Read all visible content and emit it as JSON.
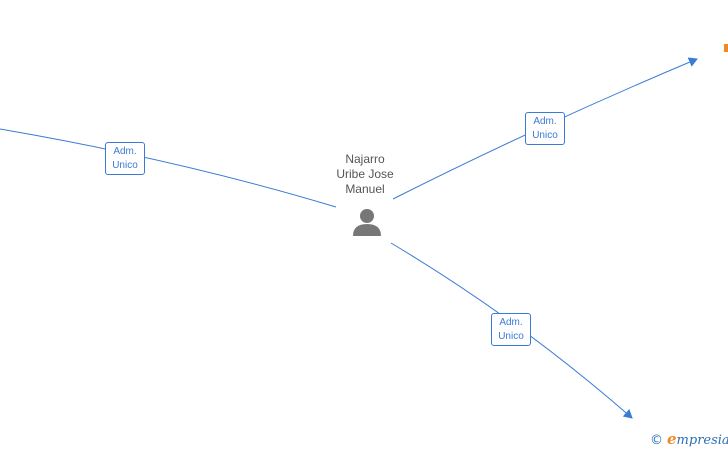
{
  "colors": {
    "edge": "#3a7bd5",
    "person_icon": "#777777",
    "brand_accent": "#f08a24",
    "brand_text": "#2c6fb5"
  },
  "person": {
    "name_lines": [
      "Najarro",
      "Uribe Jose",
      "Manuel"
    ],
    "icon": "person-icon"
  },
  "relations": [
    {
      "line1": "Adm.",
      "line2": "Unico"
    },
    {
      "line1": "Adm.",
      "line2": "Unico"
    },
    {
      "line1": "Adm.",
      "line2": "Unico"
    }
  ],
  "watermark": {
    "copyright_symbol": "©",
    "brand_initial": "e",
    "brand_rest": "mpresia"
  }
}
